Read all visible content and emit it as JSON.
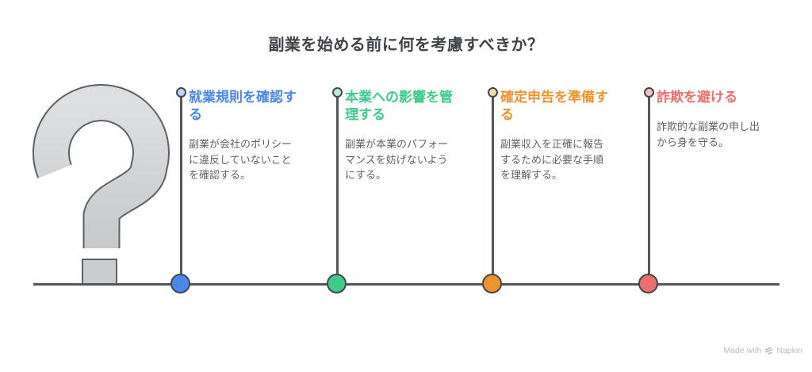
{
  "title": "副業を始める前に何を考慮すべきか？",
  "graphic": {
    "glyph": "?",
    "fill": "#d2d3d5",
    "outline": "#5d6165"
  },
  "colors": {
    "line": "#53575b",
    "body_text": "#5f6368",
    "title_text": "#3e4348"
  },
  "items": [
    {
      "title": "就業規則を確認する",
      "description": "副業が会社のポリシーに違反していないことを確認する。",
      "accent": "#4a86ee",
      "accent_light": "#b9d4f7"
    },
    {
      "title": "本業への影響を管理する",
      "description": "副業が本業のパフォーマンスを妨げないようにする。",
      "accent": "#3ecb8c",
      "accent_light": "#b7ecd4"
    },
    {
      "title": "確定申告を準備する",
      "description": "副業収入を正確に報告するために必要な手順を理解する。",
      "accent": "#f0932f",
      "accent_light": "#fad8ab"
    },
    {
      "title": "詐欺を避ける",
      "description": "詐欺的な副業の申し出から身を守る。",
      "accent": "#f26d6d",
      "accent_light": "#f8bfc3"
    }
  ],
  "footer": {
    "made_with": "Made with",
    "brand": "Napkin"
  }
}
